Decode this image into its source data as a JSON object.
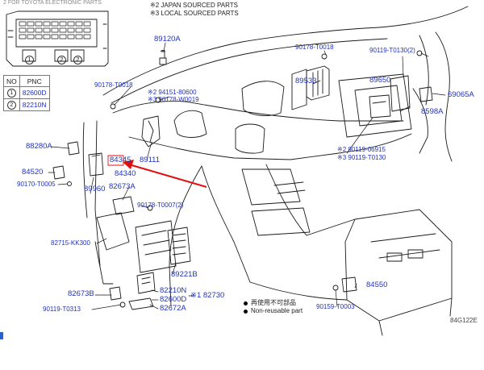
{
  "header": {
    "ghost_text": "2 FOR TOYOTA ELECTRONIC PARTS",
    "japan_note": "※2 JAPAN SOURCED PARTS",
    "local_note": "※3 LOCAL SOURCED PARTS"
  },
  "pnc_table": {
    "head_no": "NO",
    "head_pnc": "PNC",
    "rows": [
      {
        "no": "1",
        "pnc": "82600D"
      },
      {
        "no": "2",
        "pnc": "82210N"
      }
    ]
  },
  "fuse_box": {
    "markers": [
      "1",
      "2",
      "2"
    ]
  },
  "labels": {
    "p89120A": "89120A",
    "p90178_T0018_a": "90178-T0018",
    "p90119_T0130_a": "90119-T0130(2)",
    "p90178_T0018_b": "90178-T0018",
    "p94151": "※2 94151-80600",
    "p90178_W0019": "※3 90178-W0019",
    "p89533": "89533",
    "p89650": "89650",
    "p69065A": "69065A",
    "p8598A": "8598A",
    "p88280A": "88280A",
    "p84345": "84345",
    "p89111": "89111",
    "p90119_06915": "※2 90119-06915",
    "p90119_T0130_b": "※3 90119-T0130",
    "p84520": "84520",
    "p84340": "84340",
    "p90170_T0005": "90170-T0005",
    "p89960": "89960",
    "p82673A": "82673A",
    "p90178_T0007": "90178-T0007(2)",
    "p82715": "82715-KK300",
    "p89221B": "89221B",
    "p82673B": "82673B",
    "p82210N": "82210N",
    "p82600D": "82600D",
    "p82730": "※1 82730",
    "p82672A": "82672A",
    "p90119_T0313": "90119-T0313",
    "p84550": "84550",
    "p90159_T0003": "90159-T0003"
  },
  "legend": {
    "jp": "再使用不可部品",
    "en": "Non-reusable part"
  },
  "figure_ref": "84G122E",
  "colors": {
    "part_number": "#2233bb",
    "callout_arrow": "#e01010",
    "line_art": "#1a1a1a"
  }
}
